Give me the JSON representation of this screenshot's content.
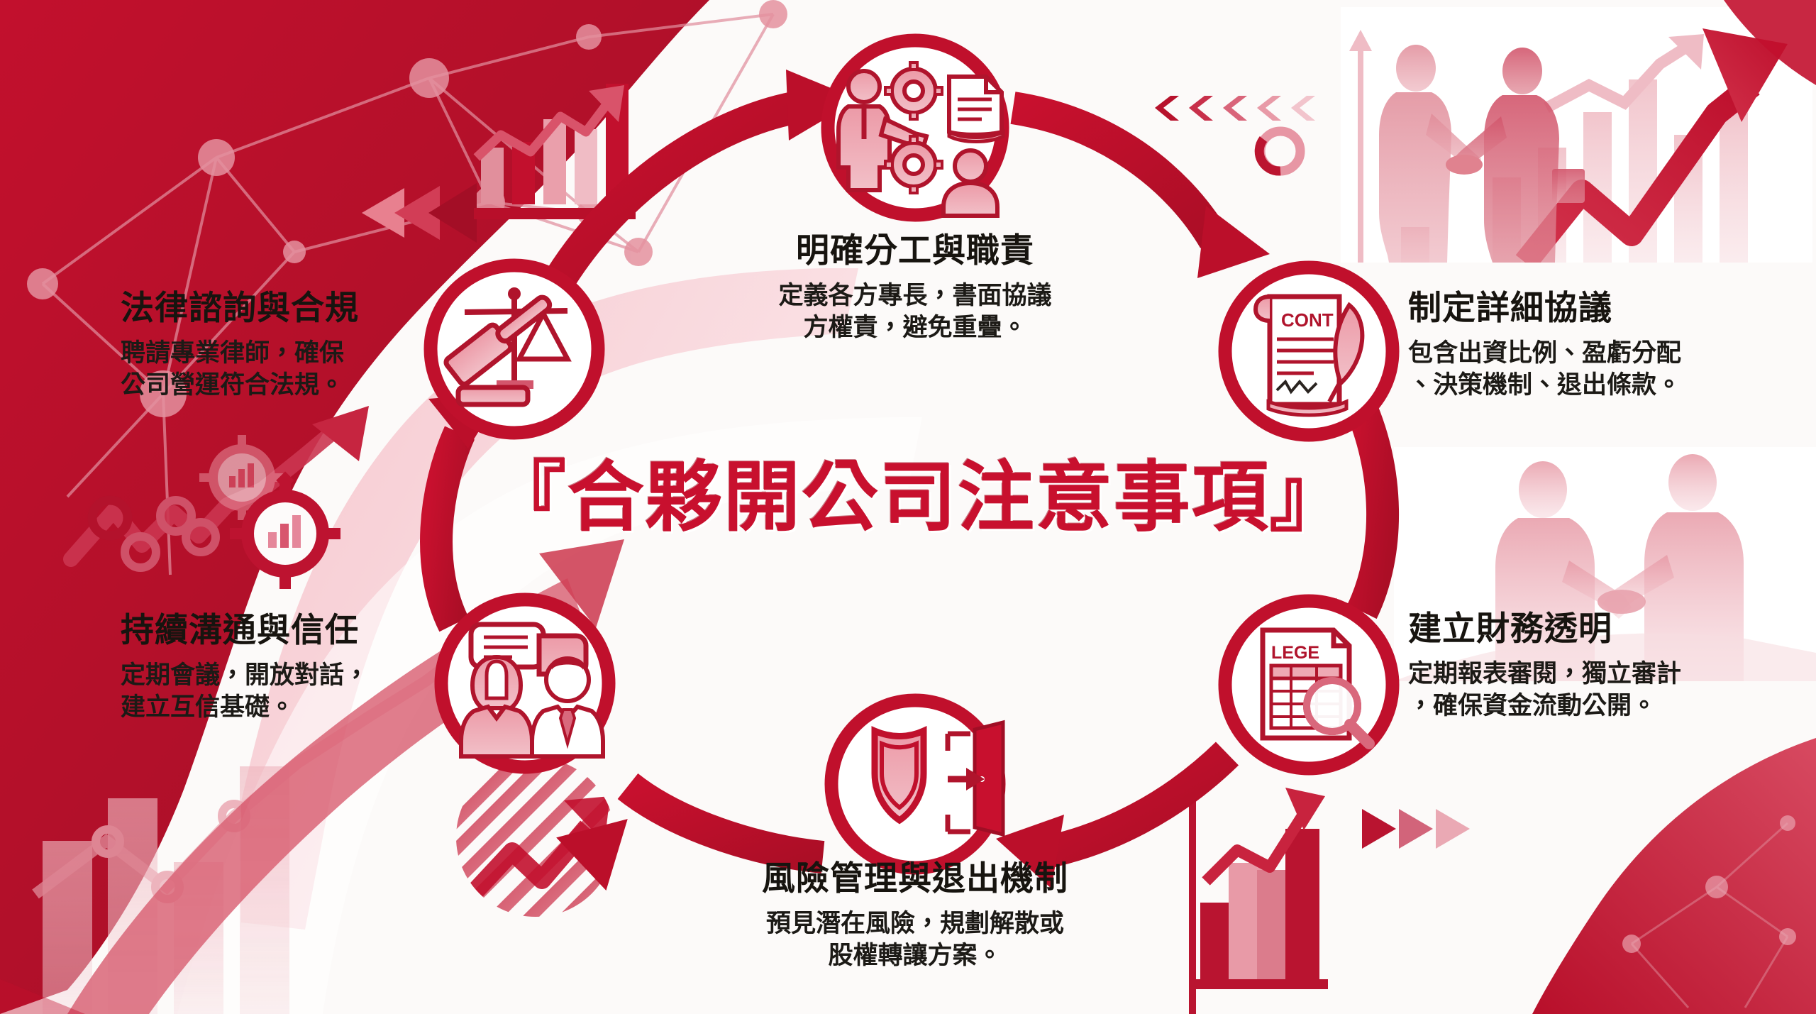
{
  "center_title": "『合夥開公司注意事項』",
  "theme": {
    "primary_red": "#c8102e",
    "dark_red": "#a3122b",
    "light_pink": "#e8a0ab",
    "pale_pink": "#f3d3d8",
    "background": "#fcfaf9",
    "text_dark": "#17140f"
  },
  "nodes": [
    {
      "id": "legal",
      "title": "法律諮詢與合規",
      "desc_lines": [
        "聘請專業律師，確保",
        "公司營運符合法規。"
      ],
      "icon": "gavel-scales-icon"
    },
    {
      "id": "roles",
      "title": "明確分工與職責",
      "desc_lines": [
        "定義各方專長，書面協議",
        "方權責，避免重疊。"
      ],
      "icon": "people-gears-document-icon"
    },
    {
      "id": "agreement",
      "title": "制定詳細協議",
      "desc_lines": [
        "包含出資比例、盈虧分配",
        "、決策機制、退出條款。"
      ],
      "icon": "contract-quill-icon"
    },
    {
      "id": "finance",
      "title": "建立財務透明",
      "desc_lines": [
        "定期報表審閱，獨立審計",
        "，確保資金流動公開。"
      ],
      "icon": "ledger-magnifier-icon"
    },
    {
      "id": "risk",
      "title": "風險管理與退出機制",
      "desc_lines": [
        "預見潛在風險，規劃解散或",
        "股權轉讓方案。"
      ],
      "icon": "shield-exit-door-icon"
    },
    {
      "id": "communication",
      "title": "持續溝通與信任",
      "desc_lines": [
        "定期會議，開放對話，",
        "建立互信基礎。"
      ],
      "icon": "two-people-speech-icon"
    }
  ],
  "icon_labels": {
    "contract_text": "CONT",
    "ledger_text": "LEGE"
  },
  "decorations": [
    {
      "name": "polygon-network-corner",
      "position": "top-left"
    },
    {
      "name": "pink-wave-band",
      "position": "top-left"
    },
    {
      "name": "rewind-triangles",
      "position": "top-left"
    },
    {
      "name": "bar-chart-arrow-icon",
      "position": "top-left-upper"
    },
    {
      "name": "line-graph-gears-icon",
      "position": "mid-left"
    },
    {
      "name": "bar-chart-line-arrow",
      "position": "bottom-left"
    },
    {
      "name": "striped-circle-arrow-icon",
      "position": "bottom-center-left"
    },
    {
      "name": "chevrons-left",
      "position": "top-center-right"
    },
    {
      "name": "ring-circle",
      "position": "top-center-right"
    },
    {
      "name": "handshake-businessmen-chart",
      "position": "top-right"
    },
    {
      "name": "handshake-businessmen-pair",
      "position": "mid-right"
    },
    {
      "name": "bar-chart-arrow-icon-small",
      "position": "bottom-right"
    },
    {
      "name": "play-triangles-right",
      "position": "bottom-right"
    },
    {
      "name": "red-corner-wedge",
      "position": "bottom-right"
    }
  ]
}
